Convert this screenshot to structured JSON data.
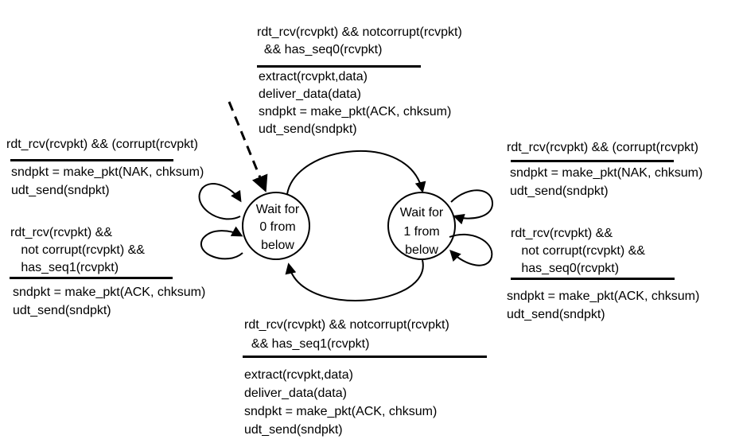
{
  "states": [
    {
      "id": "s0",
      "label": [
        "Wait for",
        "0 from",
        "below"
      ]
    },
    {
      "id": "s1",
      "label": [
        "Wait for",
        "1 from",
        "below"
      ]
    }
  ],
  "transitions": {
    "top": {
      "event": [
        "rdt_rcv(rcvpkt) && notcorrupt(rcvpkt)",
        "  && has_seq0(rcvpkt)"
      ],
      "actions": [
        "extract(rcvpkt,data)",
        "deliver_data(data)",
        "sndpkt = make_pkt(ACK, chksum)",
        "udt_send(sndpkt)"
      ]
    },
    "bottom": {
      "event": [
        "rdt_rcv(rcvpkt) && notcorrupt(rcvpkt)",
        "  && has_seq1(rcvpkt)"
      ],
      "actions": [
        "extract(rcvpkt,data)",
        "deliver_data(data)",
        "sndpkt = make_pkt(ACK, chksum)",
        "udt_send(sndpkt)"
      ]
    },
    "left_corrupt": {
      "event": [
        "rdt_rcv(rcvpkt) && (corrupt(rcvpkt)"
      ],
      "actions": [
        "sndpkt = make_pkt(NAK, chksum)",
        "udt_send(sndpkt)"
      ]
    },
    "left_seq1": {
      "event": [
        "rdt_rcv(rcvpkt) &&",
        "   not corrupt(rcvpkt) &&",
        "   has_seq1(rcvpkt)"
      ],
      "actions": [
        "sndpkt = make_pkt(ACK, chksum)",
        "udt_send(sndpkt)"
      ]
    },
    "right_corrupt": {
      "event": [
        "rdt_rcv(rcvpkt) && (corrupt(rcvpkt)"
      ],
      "actions": [
        "sndpkt = make_pkt(NAK, chksum)",
        "udt_send(sndpkt)"
      ]
    },
    "right_seq0": {
      "event": [
        "rdt_rcv(rcvpkt) &&",
        "   not corrupt(rcvpkt) &&",
        "   has_seq0(rcvpkt)"
      ],
      "actions": [
        "sndpkt = make_pkt(ACK, chksum)",
        "udt_send(sndpkt)"
      ]
    }
  },
  "colors": {
    "ink": "#000000",
    "background": "#ffffff"
  }
}
